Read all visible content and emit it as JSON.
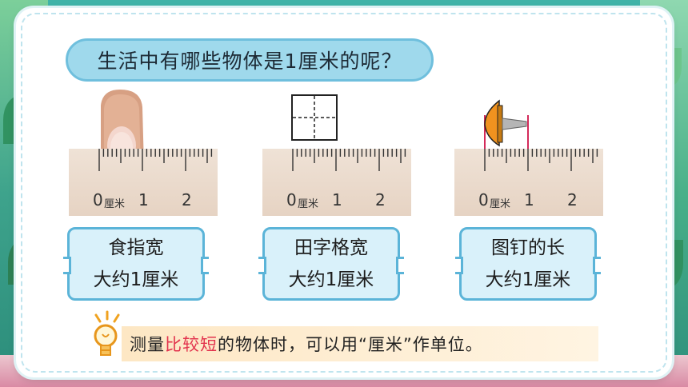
{
  "question": "生活中有哪些物体是1厘米的呢？",
  "ruler": {
    "zero": "0",
    "unit": "厘米",
    "one": "1",
    "two": "2"
  },
  "items": [
    {
      "line1": "食指宽",
      "line2": "大约1厘米"
    },
    {
      "line1": "田字格宽",
      "line2": "大约1厘米"
    },
    {
      "line1": "图钉的长",
      "line2": "大约1厘米"
    }
  ],
  "tip": {
    "before": "测量",
    "highlight": "比较短",
    "after": "的物体时，可以用“厘米”作单位。"
  },
  "colors": {
    "highlight": "#e2334d",
    "accent": "#5bb4d8"
  }
}
